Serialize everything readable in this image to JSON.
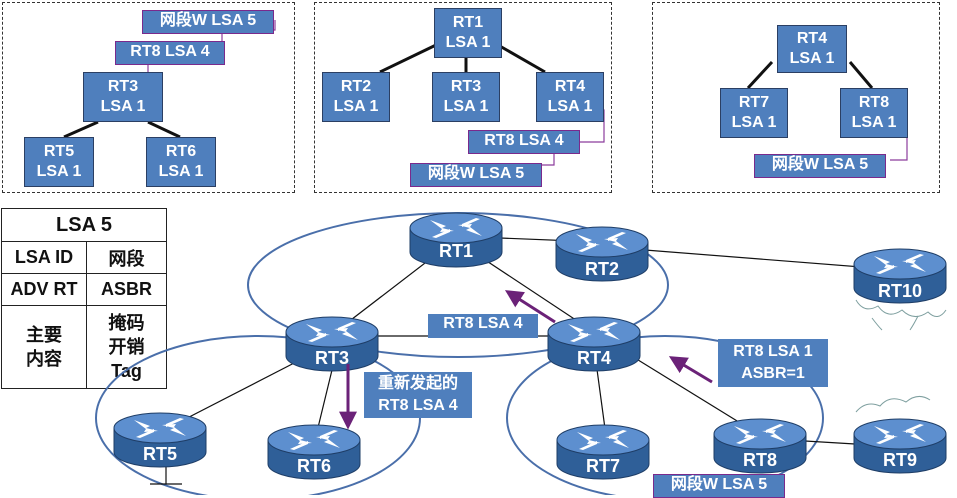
{
  "panels": {
    "left": {
      "nodes": [
        {
          "name": "RT3",
          "lsa": "LSA 1"
        },
        {
          "name": "RT5",
          "lsa": "LSA 1"
        },
        {
          "name": "RT6",
          "lsa": "LSA 1"
        }
      ],
      "tags": [
        "网段W LSA 5",
        "RT8 LSA 4"
      ]
    },
    "middle": {
      "nodes": [
        {
          "name": "RT1",
          "lsa": "LSA 1"
        },
        {
          "name": "RT2",
          "lsa": "LSA 1"
        },
        {
          "name": "RT3",
          "lsa": "LSA 1"
        },
        {
          "name": "RT4",
          "lsa": "LSA 1"
        }
      ],
      "tags": [
        "RT8 LSA 4",
        "网段W LSA 5"
      ]
    },
    "right": {
      "nodes": [
        {
          "name": "RT4",
          "lsa": "LSA 1"
        },
        {
          "name": "RT7",
          "lsa": "LSA 1"
        },
        {
          "name": "RT8",
          "lsa": "LSA 1"
        }
      ],
      "tags": [
        "网段W LSA 5"
      ]
    }
  },
  "lsa_table": {
    "title": "LSA 5",
    "rows": [
      {
        "k": "LSA ID",
        "v": "网段"
      },
      {
        "k": "ADV RT",
        "v": "ASBR"
      }
    ],
    "content_key": [
      "主要",
      "内容"
    ],
    "content_vals": [
      "掩码",
      "开销",
      "Tag"
    ]
  },
  "routers": [
    "RT1",
    "RT2",
    "RT3",
    "RT4",
    "RT5",
    "RT6",
    "RT7",
    "RT8",
    "RT9",
    "RT10"
  ],
  "labels": {
    "rt8_lsa4": "RT8 LSA 4",
    "regen": [
      "重新发起的",
      "RT8 LSA 4"
    ],
    "asbr": [
      "RT8 LSA 1",
      "ASBR=1"
    ],
    "netw": "网段W LSA 5"
  },
  "colors": {
    "router": "#3f6fa8",
    "box": "#4f7fbd",
    "arrow": "#6b2278",
    "area": "#4a6faa"
  }
}
